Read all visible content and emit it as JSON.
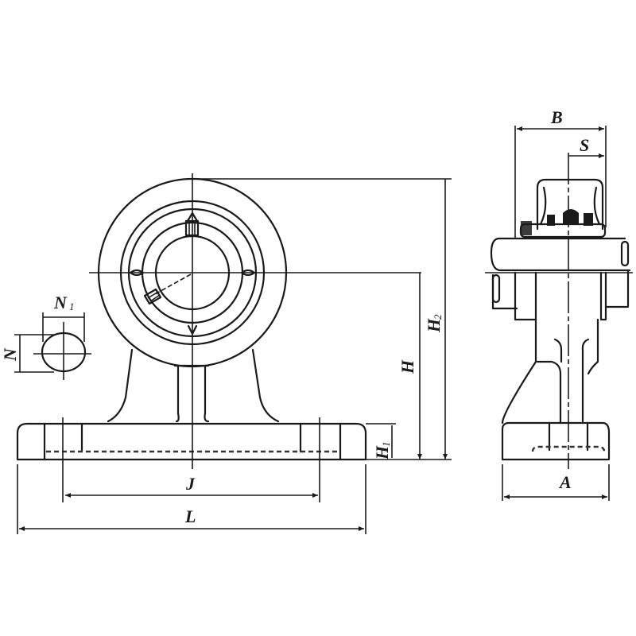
{
  "drawing": {
    "subject": "Pillow block bearing unit",
    "views": [
      "front-view",
      "side-view"
    ],
    "line_color": "#1a1a1a",
    "background": "#ffffff"
  },
  "dimensions": {
    "N1": {
      "main": "N",
      "sub": "1"
    },
    "N": {
      "main": "N",
      "sub": ""
    },
    "J": {
      "main": "J",
      "sub": ""
    },
    "L": {
      "main": "L",
      "sub": ""
    },
    "H": {
      "main": "H",
      "sub": ""
    },
    "H1": {
      "main": "H",
      "sub": "1"
    },
    "H2": {
      "main": "H",
      "sub": "2"
    },
    "B": {
      "main": "B",
      "sub": ""
    },
    "S": {
      "main": "S",
      "sub": ""
    },
    "A": {
      "main": "A",
      "sub": ""
    }
  }
}
